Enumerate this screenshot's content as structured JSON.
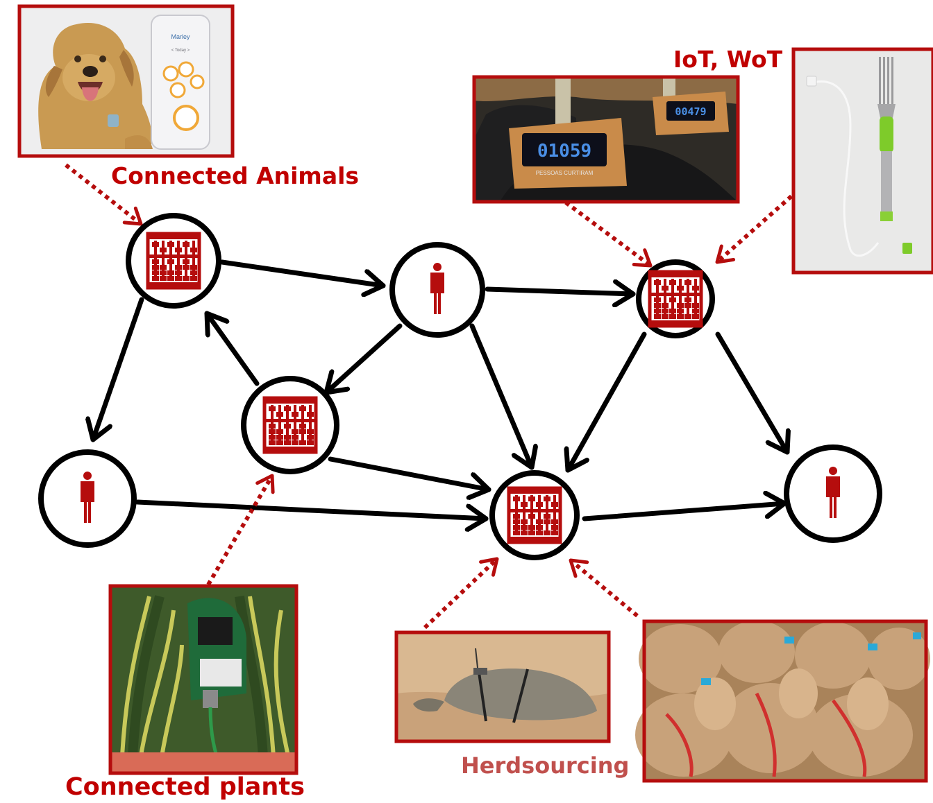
{
  "labels": {
    "connected_animals": "Connected Animals",
    "iot_wot": "IoT, WoT",
    "herdsourcing": "Herdsourcing",
    "connected_plants": "Connected plants"
  },
  "photo_texts": {
    "app_title": "Marley",
    "app_day": "< Today >",
    "counter_main": "01059",
    "counter_small": "00479",
    "counter_caption": "PESSOAS CURTIRAM"
  },
  "colors": {
    "accent": "#b50d0d",
    "label_red": "#c00000",
    "label_muted": "#c0504d",
    "node_stroke": "#000000",
    "edge": "#000000"
  },
  "icons": {
    "device_node": "abacus-icon",
    "person_node": "person-icon"
  }
}
